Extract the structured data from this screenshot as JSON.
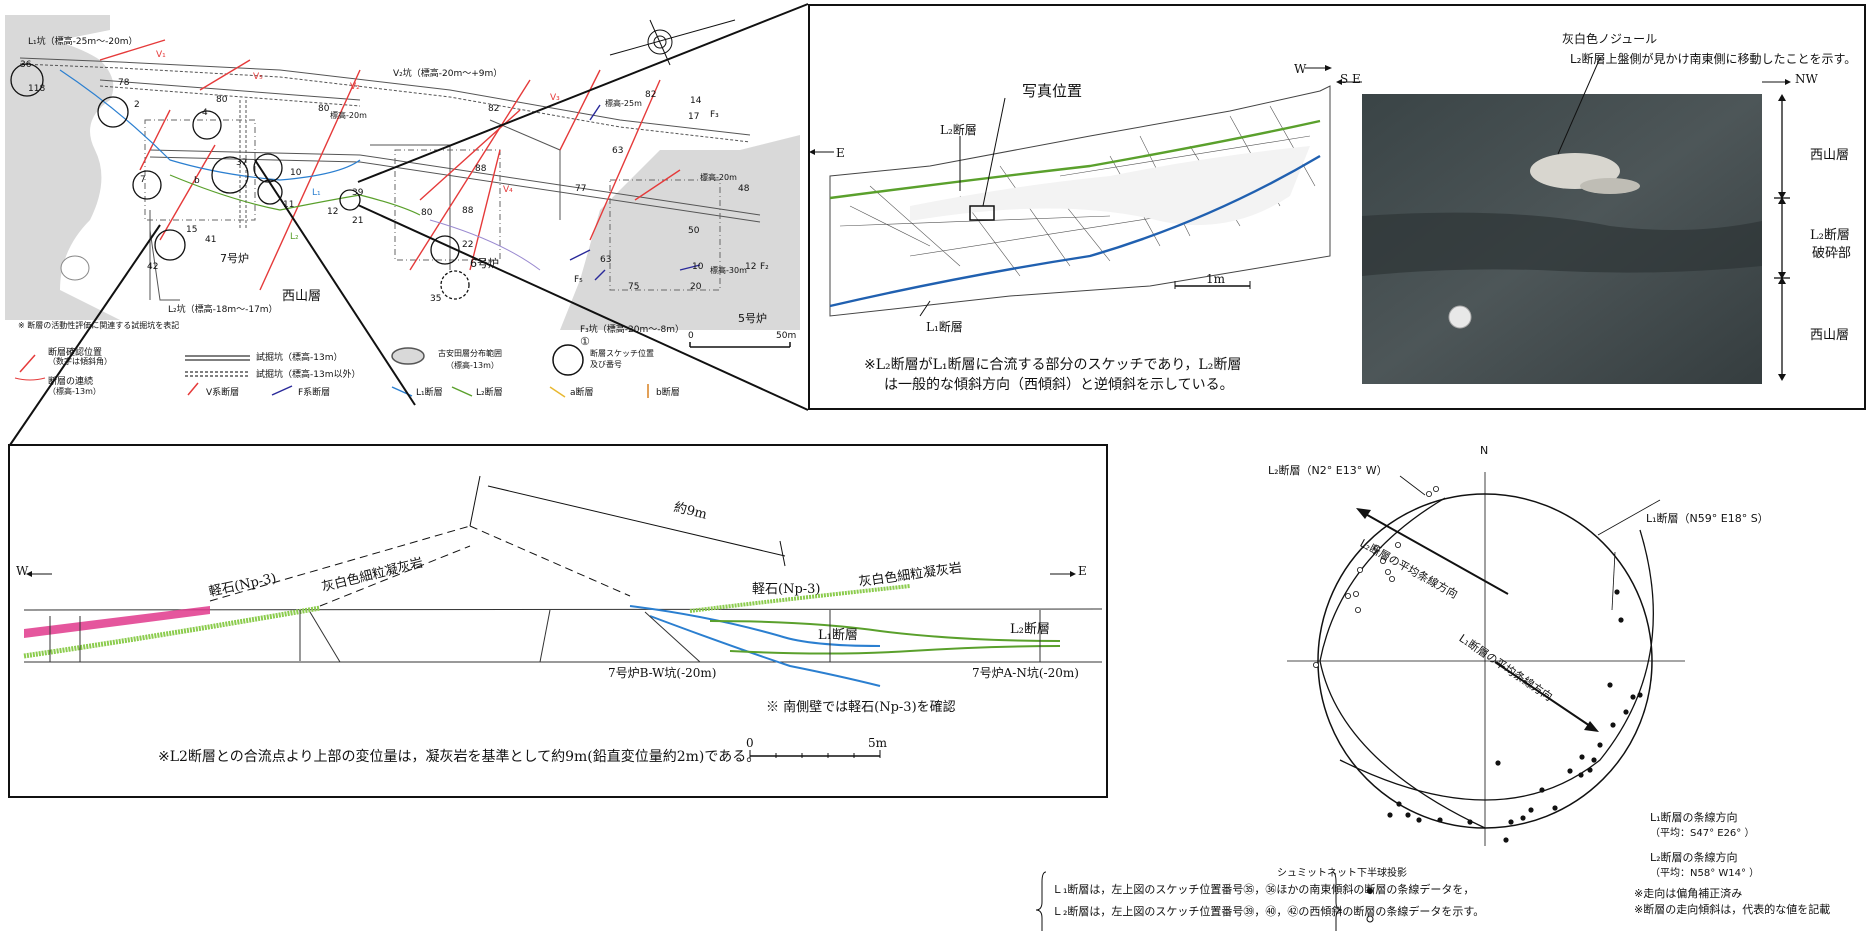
{
  "map": {
    "l1_pit": "L₁坑（標高-25m～-20m）",
    "v2_pit": "V₂坑（標高-20m～+9m）",
    "l2_pit": "L₂坑（標高-18m～-17m）",
    "f3_pit": "F₃坑（標高-20m～-8m）",
    "nishiyama": "西山層",
    "unit7": "7号炉",
    "unit6": "6号炉",
    "unit5": "5号炉",
    "scale": "50m",
    "scale_zero": "0",
    "elev_20a": "標高-20m",
    "elev_20b": "標高-20m",
    "elev_25": "標高-25m",
    "elev_30": "標高-30m",
    "note": "※ 断層の活動性評価に関連する試掘坑を表記",
    "legend": {
      "fault_pos": "断層確認位置",
      "fault_pos_sub": "（数字は傾斜角）",
      "fault_cont": "断層の連続",
      "fault_cont_sub": "（標高-13m）",
      "pit13": "試掘坑（標高-13m）",
      "pit_other": "試掘坑（標高-13m以外）",
      "kotada": "古安田層分布範囲",
      "kotada_sub": "（標高-13m）",
      "sketch": "断層スケッチ位置",
      "sketch_sub": "及び番号",
      "sketch_num": "①",
      "v_fault": "V系断層",
      "f_fault": "F系断層",
      "l1_fault": "L₁断層",
      "l2_fault": "L₂断層",
      "a_fault": "a断層",
      "b_fault": "b断層"
    },
    "circles": [
      "36",
      "2",
      "4",
      "7",
      "37",
      "10",
      "11",
      "39",
      "15",
      "41",
      "42",
      "22",
      "35"
    ],
    "labels": {
      "v1": "V₁",
      "v2": "V₂",
      "v3": "V₃",
      "v4": "V₄",
      "v5": "V₅",
      "f3": "F₃",
      "f2": "F₂",
      "f5": "F₅",
      "l1": "L₁",
      "l2": "L₂",
      "b": "b",
      "d78": "78",
      "d80a": "80",
      "d80b": "80",
      "d82a": "82",
      "d82b": "82",
      "d14": "14",
      "d17": "17",
      "d63a": "63",
      "d63b": "63",
      "d77": "77",
      "d48": "48",
      "d50": "50",
      "d88a": "88",
      "d88b": "88",
      "d75": "75",
      "d80c": "80",
      "d20": "20",
      "d10": "10",
      "d12a": "12",
      "d12b": "12",
      "d21": "21",
      "d118": "118"
    }
  },
  "sketch": {
    "photo_pos": "写真位置",
    "l2": "L₂断層",
    "l1": "L₁断層",
    "w": "W",
    "e": "E",
    "scale": "1m",
    "note1": "※L₂断層がL₁断層に合流する部分のスケッチであり，L₂断層",
    "note2": "は一般的な傾斜方向（西傾斜）と逆傾斜を示している。"
  },
  "photo": {
    "nodule": "灰白色ノジュール",
    "note": "L₂断層上盤側が見かけ南東側に移動したことを示す。",
    "se": "S E",
    "nw": "NW",
    "layer_top": "西山層",
    "layer_mid1": "L₂断層",
    "layer_mid2": "破砕部",
    "layer_bottom": "西山層"
  },
  "section": {
    "w": "W",
    "e": "E",
    "pumice1": "軽石(Np-3)",
    "tuff1": "灰白色細粒凝灰岩",
    "pumice2": "軽石(Np-3)",
    "tuff2": "灰白色細粒凝灰岩",
    "dist": "約9m",
    "l1": "L₁断層",
    "l2": "L₂断層",
    "pit_bw": "7号炉B-W坑(-20m)",
    "pit_an": "7号炉A-N坑(-20m)",
    "note_south": "※ 南側壁では軽石(Np-3)を確認",
    "note_main": "※L2断層との合流点より上部の変位量は，凝灰岩を基準として約9m(鉛直変位量約2m)である。",
    "scale_zero": "0",
    "scale": "5m"
  },
  "stereonet": {
    "n": "N",
    "l2_plane": "L₂断層（N2° E13° W）",
    "l1_plane": "L₁断層（N59° E18° S）",
    "l2_dir": "L₂断層の平均条線方向",
    "l1_dir": "L₁断層の平均条線方向",
    "projection": "シュミットネット下半球投影",
    "legend_l1": "L₁断層の条線方向",
    "legend_l1_avg": "（平均：S47° E26° ）",
    "legend_l2": "L₂断層の条線方向",
    "legend_l2_avg": "（平均：N58° W14° ）",
    "note_strike": "※走向は偏角補正済み",
    "note_dip": "※断層の走向傾斜は，代表的な値を記載",
    "caption1": "Ｌ₁断層は，左上図のスケッチ位置番号㉟，㊱ほかの南東傾斜の断層の条線データを，",
    "caption2": "Ｌ₂断層は，左上図のスケッチ位置番号㊴，㊵，㊷の西傾斜の断層の条線データを示す。",
    "l1_points": [
      [
        1617,
        592
      ],
      [
        1621,
        620
      ],
      [
        1610,
        685
      ],
      [
        1626,
        712
      ],
      [
        1633,
        697
      ],
      [
        1640,
        695
      ],
      [
        1613,
        725
      ],
      [
        1600,
        745
      ],
      [
        1594,
        760
      ],
      [
        1581,
        775
      ],
      [
        1570,
        771
      ],
      [
        1555,
        808
      ],
      [
        1542,
        790
      ],
      [
        1531,
        810
      ],
      [
        1523,
        818
      ],
      [
        1511,
        822
      ],
      [
        1506,
        840
      ],
      [
        1498,
        763
      ],
      [
        1470,
        822
      ],
      [
        1440,
        820
      ],
      [
        1419,
        820
      ],
      [
        1399,
        804
      ],
      [
        1408,
        815
      ],
      [
        1390,
        815
      ],
      [
        1590,
        770
      ],
      [
        1582,
        757
      ]
    ],
    "l2_points": [
      [
        1436,
        489
      ],
      [
        1429,
        494
      ],
      [
        1383,
        561
      ],
      [
        1388,
        572
      ],
      [
        1392,
        579
      ],
      [
        1360,
        570
      ],
      [
        1356,
        594
      ],
      [
        1358,
        610
      ],
      [
        1348,
        596
      ],
      [
        1316,
        665
      ],
      [
        1377,
        548
      ],
      [
        1398,
        545
      ]
    ]
  },
  "colors": {
    "kotada": "#d9d9d9",
    "v_fault": "#e53a3a",
    "f_fault": "#2a2a9a",
    "l1_fault": "#2b7fd0",
    "l2_fault": "#5aa02c",
    "a_fault": "#e8b830",
    "b_fault": "#d98020",
    "pink": "#e0388c"
  }
}
